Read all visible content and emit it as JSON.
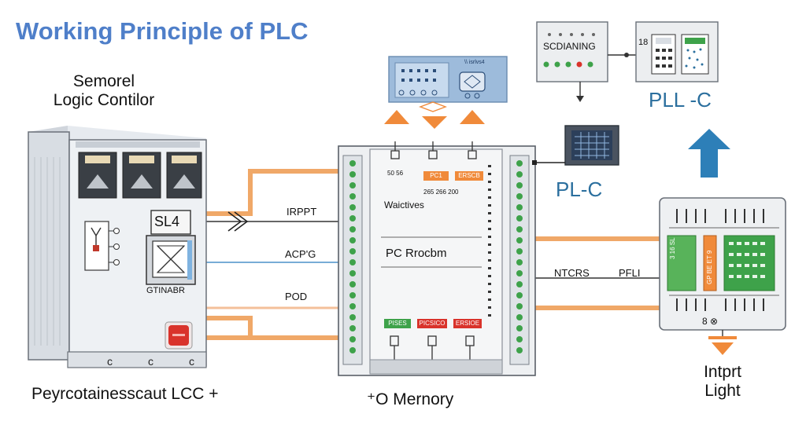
{
  "title": "Working Principle of PLC",
  "left_unit": {
    "heading_line1": "Semorel",
    "heading_line2": "Logic Contilor",
    "display_label": "SL4",
    "module_label": "GTINABR",
    "footer": "Peyrcotainesscaut LCC +",
    "foot_marks": [
      "c",
      "c",
      "c"
    ]
  },
  "signals": {
    "input": "IRPPT",
    "acpg": "ACP'G",
    "pod": "POD"
  },
  "center_unit": {
    "top_labels": [
      "50 56",
      "265 266 200"
    ],
    "tag_left_top": "PC1",
    "tag_right_top": "ERSCB",
    "status_text": "Waictives",
    "processor_label": "PC Rrocbm",
    "bottom_tags": [
      "PISES",
      "PICSICO",
      "ERSIOE"
    ],
    "footer": "⁺O Mernory"
  },
  "top_module": {
    "mini_label": "\\\\ isrlvs4"
  },
  "right_side": {
    "scanning_label": "SCDIANING",
    "counter_label": "18",
    "plc_c_top": "PLL -C",
    "plc_c_mid": "PL-C",
    "ntcrs": "NTCRS",
    "pfli": "PFLI",
    "green_label": "3 16 SL",
    "orange_label": "GP BE ET 9",
    "bottom_symbols": "8  ⊗",
    "footer_line1": "Intprt",
    "footer_line2": "Light"
  },
  "colors": {
    "title": "#4f7fc9",
    "wire_orange": "#f0a868",
    "wire_blue": "#4a90c8",
    "arrow_blue": "#2d7fb8",
    "arrow_orange": "#f08a3a",
    "terminal_green": "#3ea24a",
    "alarm_red": "#d9332b"
  }
}
